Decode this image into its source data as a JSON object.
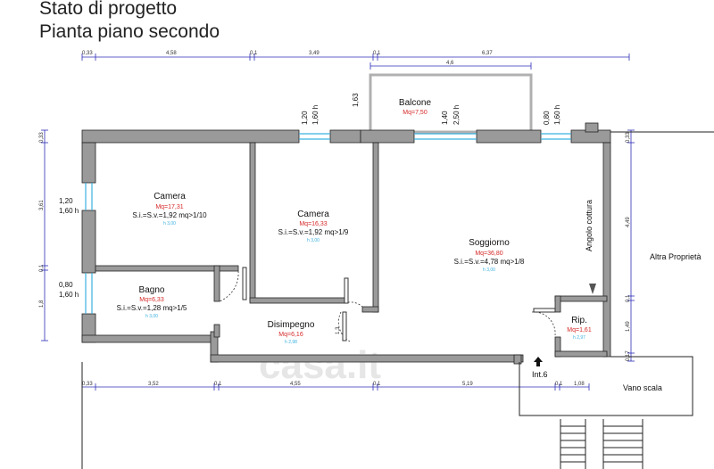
{
  "header": {
    "line1": "Stato di progetto",
    "line2": "Pianta piano secondo"
  },
  "top_dimensions": {
    "d1": "0,33",
    "d2": "4,58",
    "d3": "0,1",
    "d4": "3,49",
    "d5": "0,1",
    "d6": "6,37",
    "balcony_width": "4,6"
  },
  "bottom_dimensions": {
    "d1": "0,33",
    "d2": "3,52",
    "d3": "0,1",
    "d4": "4,55",
    "d5": "0,1",
    "d6": "5,19",
    "d7": "0,1",
    "d8": "1,08"
  },
  "left_dimensions": {
    "d1": "0,33",
    "d2": "3,61",
    "d3": "0,1",
    "d4": "1,8"
  },
  "right_dimensions": {
    "d1": "0,33",
    "d2": "4,49",
    "d3": "0,1",
    "d4": "1,49",
    "d5": "0,17"
  },
  "windows": {
    "w1_width": "1,20",
    "w1_height": "1,60 h",
    "w2_width": "1,20",
    "w2_height": "1,60 h",
    "w3_width": "0,80",
    "w3_height": "1,60 h",
    "balcony_depth": "1,63",
    "bw1_width": "1,40",
    "bw1_height": "2,50 h",
    "bw2_width": "0,80",
    "bw2_height": "1,60 h",
    "disimpegno_door": "1,3"
  },
  "rooms": {
    "camera1": {
      "name": "Camera",
      "mq": "Mq=17,31",
      "si": "S.i.=S.v.=1,92 mq>1/10",
      "h": "h 3,00"
    },
    "camera2": {
      "name": "Camera",
      "mq": "Mq=16,33",
      "si": "S.i.=S.v.=1,92 mq>1/9",
      "h": "h 3,00"
    },
    "soggiorno": {
      "name": "Soggiorno",
      "mq": "Mq=36,80",
      "si": "S.i.=S.v.=4,78 mq>1/8",
      "h": "h 3,00"
    },
    "bagno": {
      "name": "Bagno",
      "mq": "Mq=6,33",
      "si": "S.i.=S.v.=1,28 mq>1/5",
      "h": "h 3,00"
    },
    "disimpegno": {
      "name": "Disimpegno",
      "mq": "Mq=6,16",
      "h": "h 2,98"
    },
    "rip": {
      "name": "Rip.",
      "mq": "Mq=1,61",
      "h": "h 2,97"
    },
    "balcone": {
      "name": "Balcone",
      "mq": "Mq=7,50"
    }
  },
  "labels": {
    "angolo_cottura": "Angolo cottura",
    "altra_proprieta": "Altra Proprietà",
    "int": "Int.6",
    "vano_scala": "Vano scala",
    "watermark": "casa.it"
  }
}
